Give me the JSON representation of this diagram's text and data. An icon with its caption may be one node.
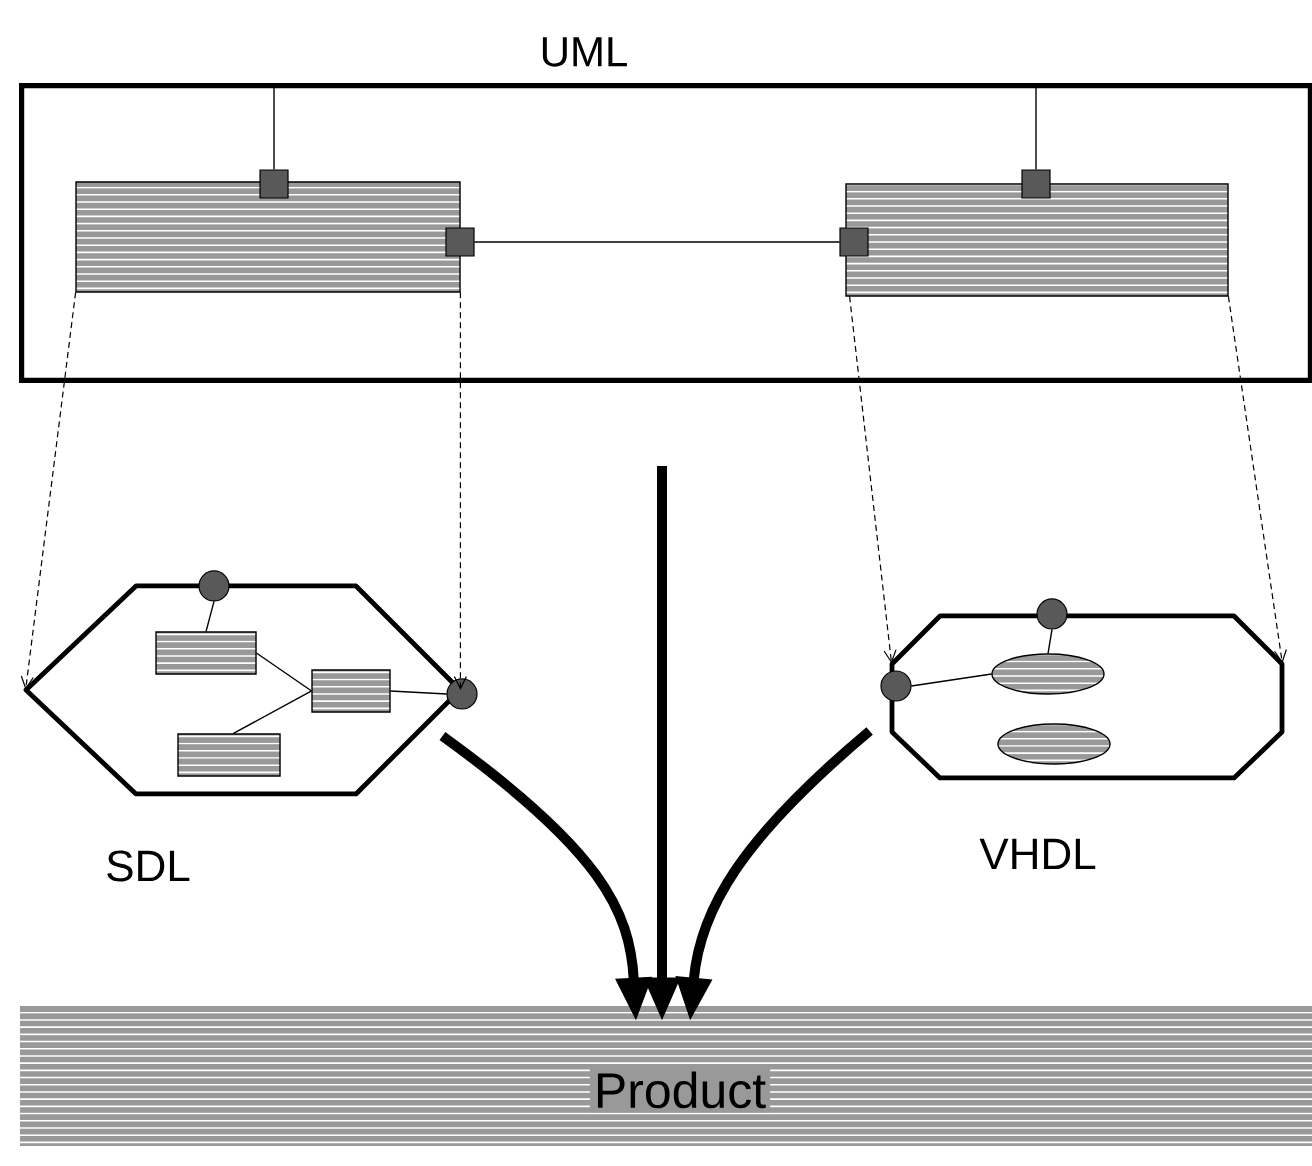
{
  "diagram": {
    "nodes": [
      {
        "text": [
          "UML"
        ]
      },
      {
        "text": [],
        "shape": "box",
        "in": 0
      },
      {
        "text": [],
        "shape": "box",
        "in": 0
      },
      {
        "text": [],
        "shape": "box",
        "in": 0
      },
      {
        "text": [],
        "shape": "box",
        "in": 0
      },
      {
        "text": [],
        "shape": "box",
        "in": 0
      },
      {
        "text": [],
        "shape": "box",
        "in": 0
      },
      {
        "text": [
          "SDL"
        ]
      },
      {
        "text": [],
        "shape": "circle"
      },
      {
        "text": [],
        "shape": "box",
        "in": 7
      },
      {
        "text": [],
        "shape": "box",
        "in": 7
      },
      {
        "text": [],
        "shape": "box",
        "in": 7
      },
      {
        "text": [],
        "shape": "circle"
      },
      {
        "text": [
          "VHDL"
        ]
      },
      {
        "text": [],
        "shape": "circle"
      },
      {
        "text": [],
        "shape": "ellipse",
        "in": 13
      },
      {
        "text": [],
        "shape": "ellipse",
        "in": 13
      },
      {
        "text": [],
        "shape": "circle"
      },
      {
        "text": [
          "Product"
        ]
      }
    ],
    "edges": [
      {
        "from": 0,
        "to": 2,
        "arrow": "none"
      },
      {
        "from": 3,
        "to": 5,
        "arrow": "none"
      },
      {
        "from": 0,
        "to": 6,
        "arrow": "none"
      },
      {
        "from": 1,
        "to": 7,
        "arrow": "to",
        "style": "dashed"
      },
      {
        "from": 1,
        "to": 7,
        "arrow": "to",
        "style": "dashed"
      },
      {
        "from": 4,
        "to": 13,
        "arrow": "to",
        "style": "dashed"
      },
      {
        "from": 4,
        "to": 13,
        "arrow": "to",
        "style": "dashed"
      },
      {
        "from": 8,
        "to": 9,
        "arrow": "none"
      },
      {
        "from": 9,
        "to": 10,
        "arrow": "none"
      },
      {
        "from": 11,
        "to": 10,
        "arrow": "none"
      },
      {
        "from": 10,
        "to": 12,
        "arrow": "none"
      },
      {
        "from": 14,
        "to": 15,
        "arrow": "none"
      },
      {
        "from": 17,
        "to": 15,
        "arrow": "none"
      },
      {
        "from": 7,
        "to": 18,
        "arrow": "to",
        "style": "thick"
      },
      {
        "from": null,
        "to": 18,
        "arrow": "to",
        "style": "thick"
      },
      {
        "from": 13,
        "to": 18,
        "arrow": "to",
        "style": "thick"
      }
    ]
  }
}
